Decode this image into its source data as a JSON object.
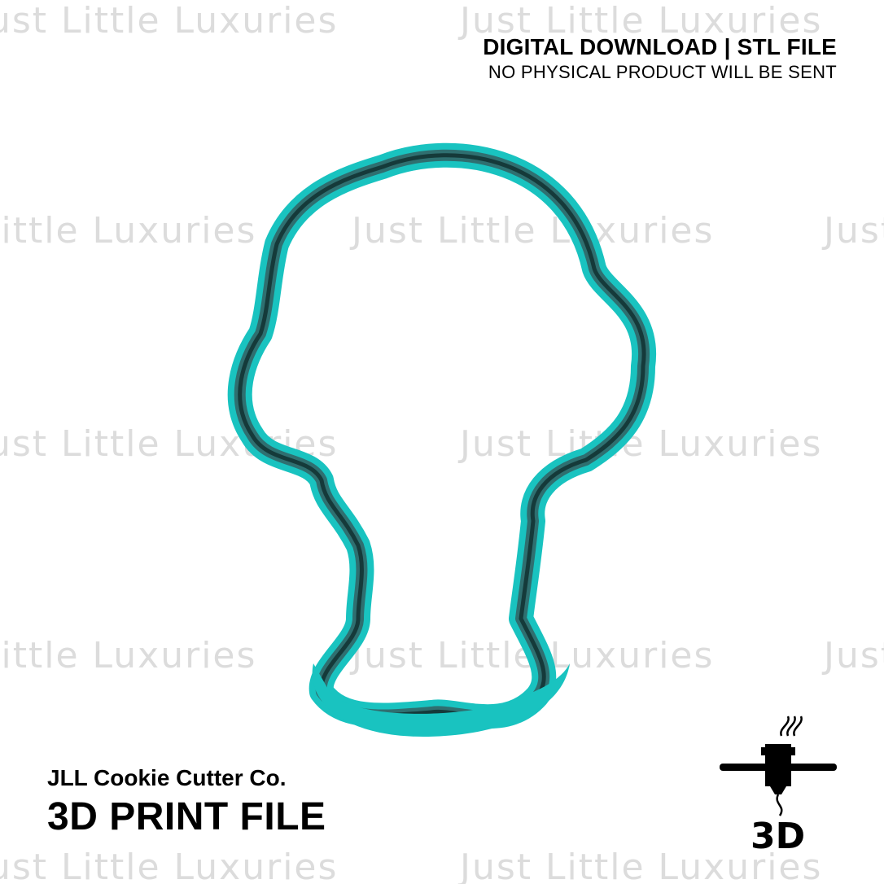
{
  "watermark": {
    "text": "Just Little Luxuries"
  },
  "header": {
    "title": "DIGITAL DOWNLOAD | STL FILE",
    "subtitle": "NO PHYSICAL PRODUCT WILL BE SENT"
  },
  "footer": {
    "company": "JLL Cookie Cutter Co.",
    "file_type": "3D PRINT FILE"
  },
  "printer_icon": {
    "name": "3d-printer-icon",
    "label": "3D"
  },
  "colors": {
    "cutter_teal": "#19c3c0",
    "cutter_dark": "#153a3a",
    "text": "#000000",
    "watermark": "#dcdcdc"
  }
}
